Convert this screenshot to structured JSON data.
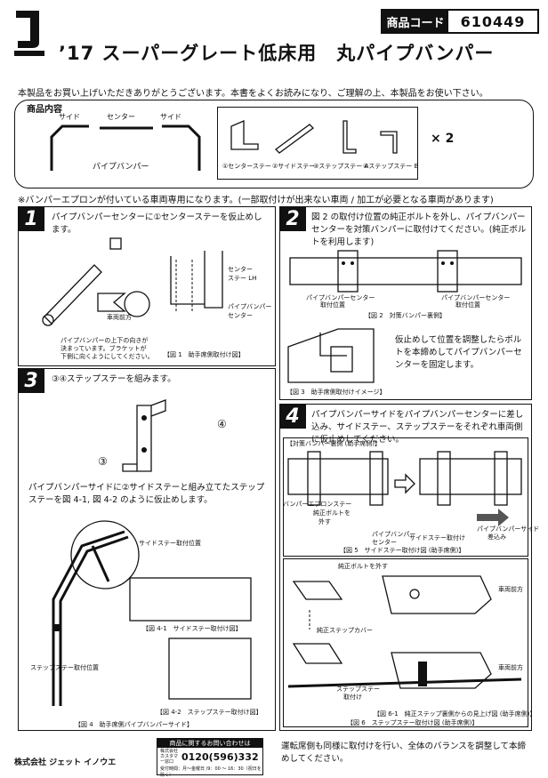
{
  "header": {
    "logo_icon": "jet-inoue-logo-icon",
    "product_code_label": "商品コード",
    "product_code": "610449",
    "title": "’17 スーパーグレート低床用　丸パイプバンパー",
    "intro": "本製品をお買い上げいただきありがとうございます。本書をよくお読みになり、ご理解の上、本製品をお使い下さい。"
  },
  "contents": {
    "label": "商品内容",
    "bumper_parts": [
      "サイド",
      "センター",
      "サイド"
    ],
    "bumper_name": "パイプバンパー",
    "stays": [
      "①センターステー",
      "②サイドステー",
      "③ステップステー A",
      "④ステップステー B"
    ],
    "quantity": "× 2"
  },
  "notice": "※バンパーエプロンが付いている車両専用になります。(一部取付けが出来ない車両 / 加工が必要となる車両があります)",
  "steps": [
    {
      "number": "1",
      "text": "パイプバンパーセンターに①センターステーを仮止めします。",
      "labels": [
        "センター",
        "ステー LH",
        "パイプバンパー",
        "センター",
        "車両前方",
        "パイプバンパーの上下の向きが",
        "決まっています。ブラケットが",
        "下側に向くようにしてください。"
      ],
      "caption": "【図 1　助手席側取付け図】"
    },
    {
      "number": "2",
      "text": "図 2 の取付け位置の純正ボルトを外し、パイプバンパー センターを対策バンパーに取付けてください。(純正ボルトを利用します)",
      "labels": [
        "パイプバンパーセンター",
        "取付位置",
        "パイプバンパーセンター",
        "取付位置"
      ],
      "caption_a": "【図 2　対策バンパー裏側】",
      "text_b": "仮止めして位置を調整したらボルトを本締めしてパイプバンパーセンターを固定します。",
      "caption_b": "【図 3　助手席側取付けイメージ】"
    },
    {
      "number": "3",
      "text": "③④ステップステーを組みます。",
      "part_a": "④",
      "part_b": "③",
      "text_b": "パイプバンパーサイドに②サイドステーと組み立てたステップステーを図 4-1, 図 4-2 のように仮止めします。",
      "labels": [
        "サイドステー取付位置",
        "ステップステー取付位置"
      ],
      "caption_4_1": "【図 4-1　サイドステー取付け図】",
      "caption_4_2": "【図 4-2　ステップステー取付け図】",
      "caption_4": "【図 4　助手席側パイプバンパーサイド】"
    },
    {
      "number": "4",
      "text": "パイプバンパーサイドをパイプバンパーセンターに差し込み、サイドステー、ステップステーをそれぞれ車両側に仮止めしてください。",
      "fig5_header": "【対策バンパー裏側 (助手席側)】",
      "labels": [
        "バンパーエプロンステー",
        "純正ボルトを",
        "外す",
        "パイプバンパー",
        "センター",
        "サイドステー取付け",
        "パイプバンパーサイド",
        "差込み"
      ],
      "caption_5": "【図 5　サイドステー取付け図 (助手席側)】",
      "fig6_labels": [
        "純正ボルトを外す",
        "純正ステップカバー",
        "ステップステー",
        "取付け",
        "車両前方",
        "車両前方"
      ],
      "caption_6_1": "【図 6-1　純正ステップ裏側からの見上げ図 (助手席側)】",
      "caption_6": "【図 6　ステップステー取付け図 (助手席側)】"
    }
  ],
  "footer": {
    "company": "株式会社 ジェット イノウエ",
    "contact_head": "商品に関するお問い合わせは",
    "contact_small": "株式会社 カスタマー窓口",
    "phone": "0120(596)332",
    "hours": "受付時間：月～金曜日 /9：00 ～ 16：30（祝日を除く）",
    "closing": "運転席側も同様に取付けを行い、全体のバランスを調整して本締めしてください。"
  }
}
